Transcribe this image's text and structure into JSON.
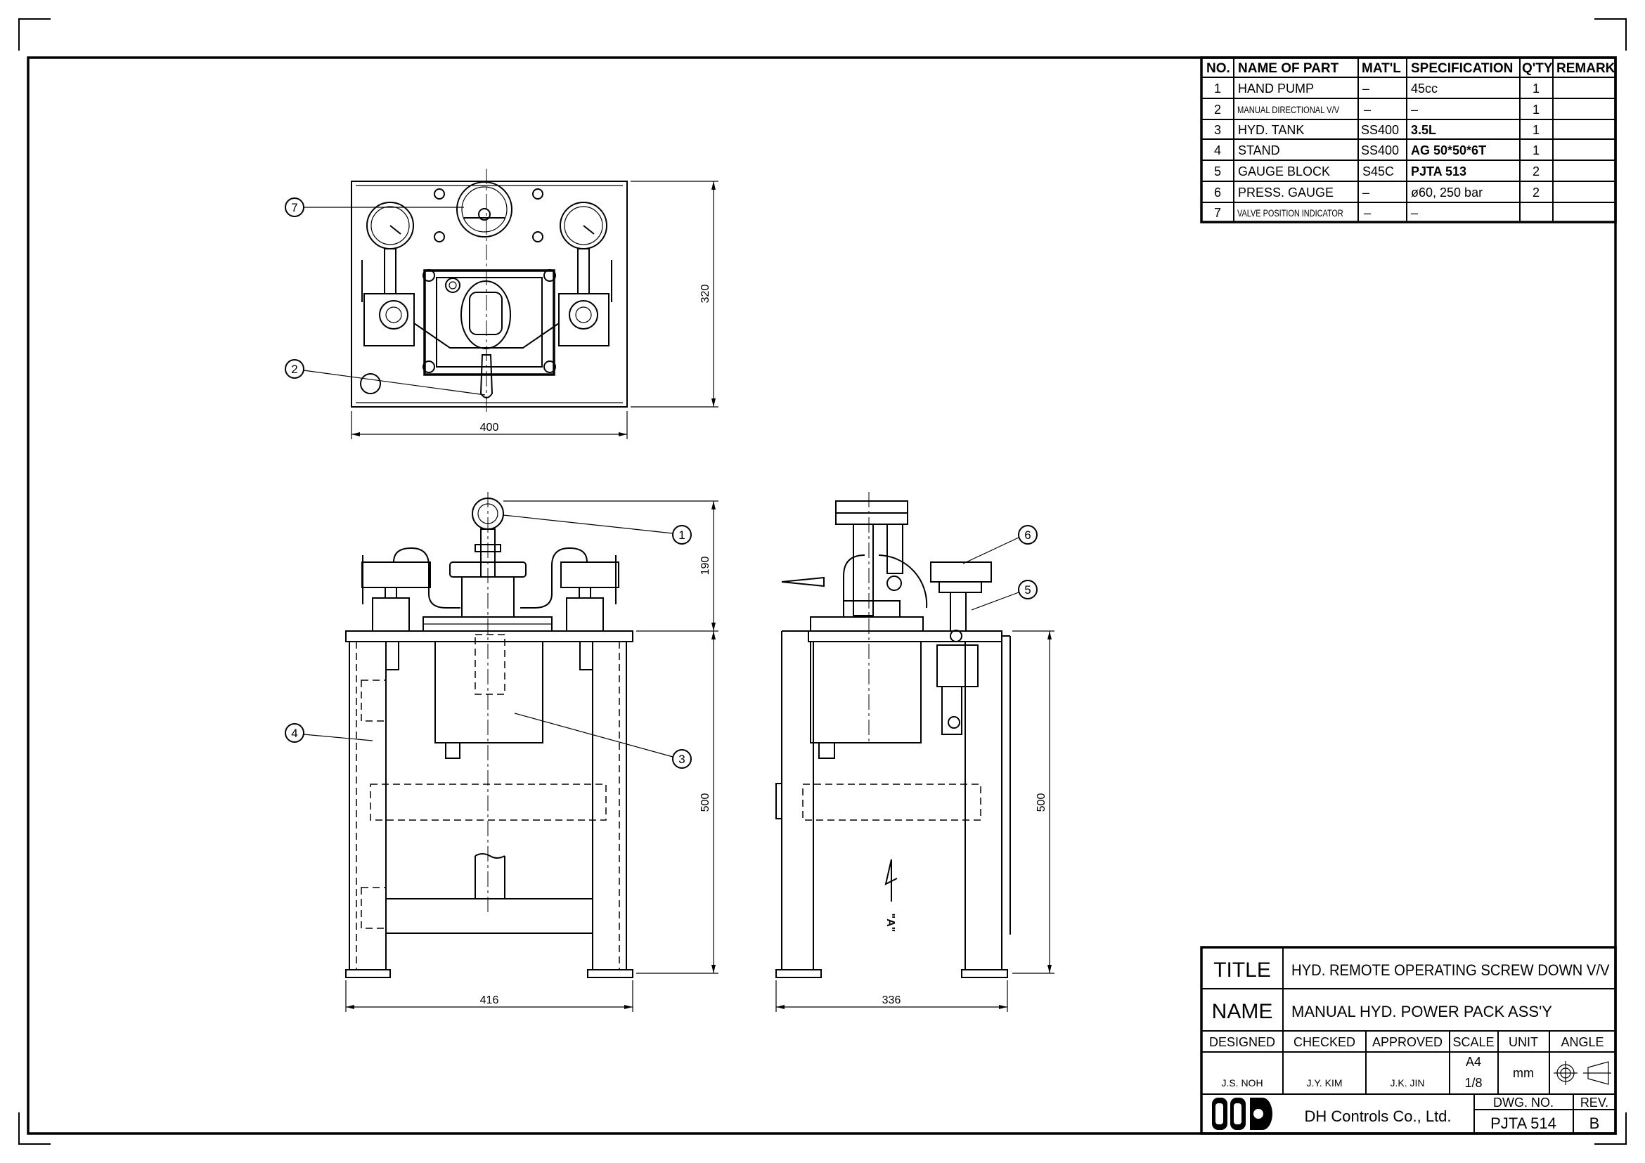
{
  "parts_table": {
    "headers": [
      "NO.",
      "NAME OF PART",
      "MAT'L",
      "SPECIFICATION",
      "Q'TY",
      "REMARK"
    ],
    "rows": [
      {
        "no": "1",
        "name": "HAND PUMP",
        "material": "–",
        "spec": "45cc",
        "qty": "1",
        "remark": ""
      },
      {
        "no": "2",
        "name": "MANUAL DIRECTIONAL V/V",
        "material": "–",
        "spec": "–",
        "qty": "1",
        "remark": ""
      },
      {
        "no": "3",
        "name": "HYD. TANK",
        "material": "SS400",
        "spec": "3.5L",
        "qty": "1",
        "remark": ""
      },
      {
        "no": "4",
        "name": "STAND",
        "material": "SS400",
        "spec": "AG 50*50*6T",
        "qty": "1",
        "remark": ""
      },
      {
        "no": "5",
        "name": "GAUGE BLOCK",
        "material": "S45C",
        "spec": "PJTA 513",
        "qty": "2",
        "remark": ""
      },
      {
        "no": "6",
        "name": "PRESS. GAUGE",
        "material": "–",
        "spec": "ø60, 250 bar",
        "qty": "2",
        "remark": ""
      },
      {
        "no": "7",
        "name": "VALVE POSITION INDICATOR",
        "material": "–",
        "spec": "–",
        "qty": "",
        "remark": ""
      }
    ]
  },
  "title_block": {
    "title_label": "TITLE",
    "title": "HYD. REMOTE OPERATING SCREW DOWN V/V",
    "name_label": "NAME",
    "name": "MANUAL HYD. POWER PACK ASS'Y",
    "designed_label": "DESIGNED",
    "checked_label": "CHECKED",
    "approved_label": "APPROVED",
    "scale_label": "SCALE",
    "unit_label": "UNIT",
    "angle_label": "ANGLE",
    "designed": "J.S. NOH",
    "checked": "J.Y. KIM",
    "approved": "J.K. JIN",
    "scale_paper": "A4",
    "scale": "1/8",
    "unit": "mm",
    "company": "DH Controls Co., Ltd.",
    "dwg_no_label": "DWG. NO.",
    "dwg_no": "PJTA 514",
    "rev_label": "REV.",
    "rev": "B"
  },
  "dimensions": {
    "top_width": "400",
    "top_depth": "320",
    "front_width": "416",
    "front_upper_height": "190",
    "front_stand_height": "500",
    "side_width": "336",
    "side_stand_height": "500"
  },
  "balloons": [
    "1",
    "2",
    "3",
    "4",
    "5",
    "6",
    "7"
  ],
  "view_label": "\"A\""
}
